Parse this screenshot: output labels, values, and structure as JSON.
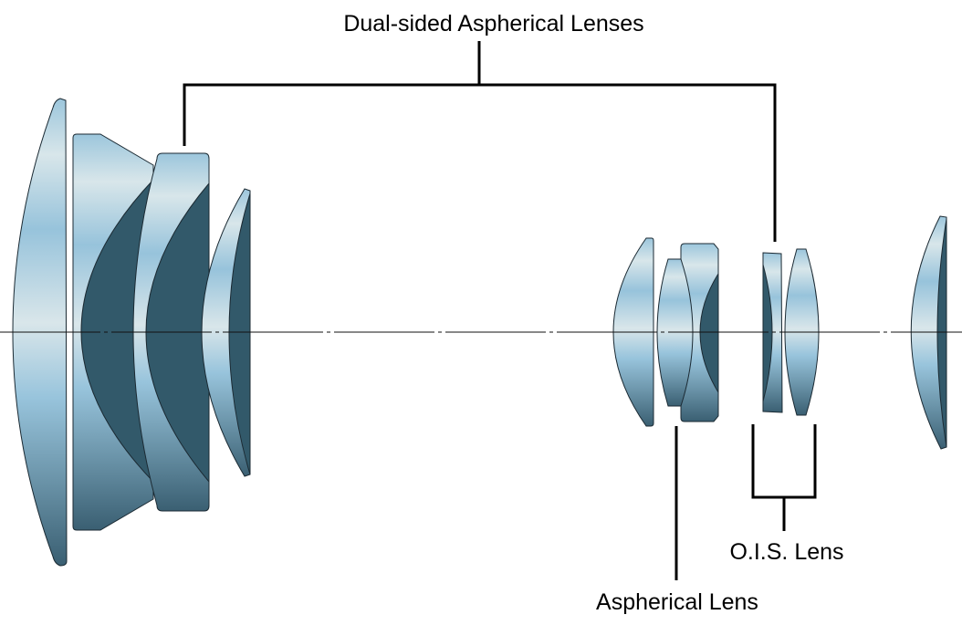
{
  "labels": {
    "dual_sided": "Dual-sided Aspherical Lenses",
    "aspherical": "Aspherical Lens",
    "ois": "O.I.S. Lens"
  },
  "colors": {
    "lens_light": "#d9e6ea",
    "lens_mid": "#97c3db",
    "lens_dark": "#3a5f72",
    "concave_fill": "#32596a"
  }
}
